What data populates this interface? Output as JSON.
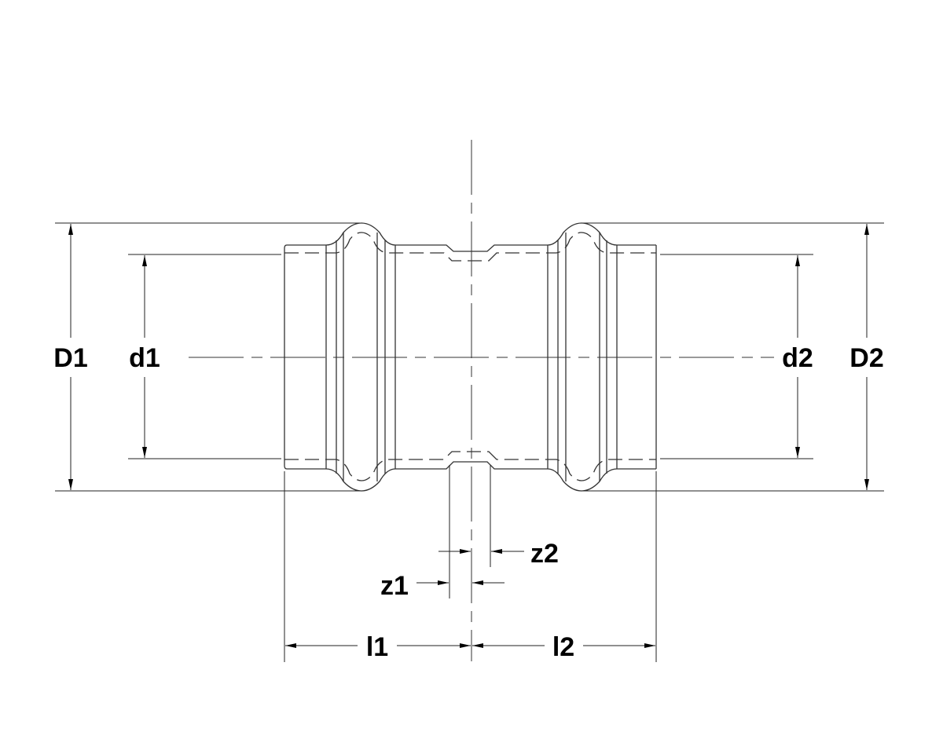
{
  "labels": {
    "D1": "D1",
    "d1": "d1",
    "d2": "d2",
    "D2": "D2",
    "z1": "z1",
    "z2": "z2",
    "l1": "l1",
    "l2": "l2"
  },
  "colors": {
    "line": "#333333",
    "text": "#000000",
    "background": "#ffffff"
  }
}
